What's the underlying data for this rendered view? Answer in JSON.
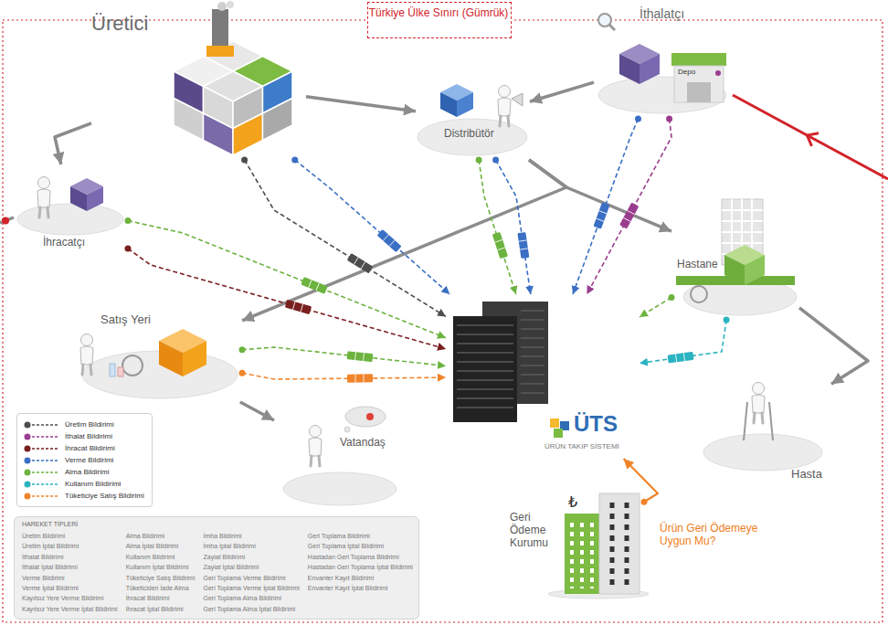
{
  "diagram": {
    "nodes": [
      {
        "text": [
          "Türkiye Ülke Sınırı (Gümrük)"
        ]
      },
      {
        "text": [
          "Üretici"
        ]
      },
      {
        "text": [
          "İthalatçı",
          "Depo"
        ]
      },
      {
        "text": [
          "Distribütör"
        ]
      },
      {
        "text": [
          "İhracatçı"
        ]
      },
      {
        "text": [
          "Hastane"
        ]
      },
      {
        "text": [
          "Satış Yeri"
        ]
      },
      {
        "text": [
          "ÜTS",
          "ÜRÜN TAKİP SİSTEMİ"
        ]
      },
      {
        "text": [
          "Hasta"
        ]
      },
      {
        "text": [
          "Vatandaş"
        ]
      },
      {
        "text": [
          "Geri Ödeme Kurumu",
          "₺"
        ]
      },
      {
        "text": [
          "HAREKET TİPLERİ",
          "Üretim Bildirimi",
          "Üretim İptal Bildirimi",
          "İthalat Bildirimi",
          "İthalat İptal Bildirimi",
          "Verme Bildirimi",
          "Verme İptal Bildirimi",
          "Kayıtsız Yere Verme Bildirimi",
          "Kayıtsız Yere Verme İptal Bildirimi",
          "Alma Bildirimi",
          "Alma İptal Bildirimi",
          "Kullanım Bildirimi",
          "Kullanım İptal Bildirimi",
          "Tüketiciye Satış Bildirimi",
          "Tüketiciden İade Alma",
          "İhracat Bildirimi",
          "İhracat İptal Bildirimi",
          "İmha Bildirimi",
          "İmha İptal Bildirimi",
          "Zayiat Bildirimi",
          "Zayiat İptal Bildirimi",
          "Geri Toplama Verme Bildirimi",
          "Geri Toplama Verme İptal Bildirimi",
          "Geri Toplama Alma Bildirimi",
          "Geri Toplama Alma İptal Bildirimi",
          "Geri Toplama Bildirimi",
          "Geri Toplama İptal Bildirimi",
          "Hastadan Geri Toplama Bildirimi",
          "Hastadan Geri Toplama İptal Bildirimi",
          "Envanter Kayıt Bildirimi",
          "Envanter Kayıt İptal Bildirimi"
        ]
      }
    ],
    "edges": [
      {
        "from": 2,
        "to": 3,
        "arrow": "to"
      },
      {
        "from": 1,
        "to": 3,
        "arrow": "to"
      },
      {
        "from": 3,
        "to": 5,
        "arrow": "to"
      },
      {
        "from": 3,
        "to": 6,
        "arrow": "to"
      },
      {
        "from": 1,
        "to": 4,
        "arrow": "to"
      },
      {
        "from": 6,
        "to": 9,
        "arrow": "to"
      },
      {
        "from": 5,
        "to": 8,
        "arrow": "to"
      },
      {
        "from": 1,
        "to": 7,
        "arrow": "to"
      },
      {
        "from": 1,
        "to": 7,
        "arrow": "to"
      },
      {
        "from": 2,
        "to": 7,
        "arrow": "to"
      },
      {
        "from": 2,
        "to": 7,
        "arrow": "to"
      },
      {
        "from": 3,
        "to": 7,
        "arrow": "to"
      },
      {
        "from": 3,
        "to": 7,
        "arrow": "to"
      },
      {
        "from": 4,
        "to": 7,
        "arrow": "to"
      },
      {
        "from": 4,
        "to": 7,
        "arrow": "to"
      },
      {
        "from": 6,
        "to": 7,
        "arrow": "to"
      },
      {
        "from": 6,
        "to": 7,
        "arrow": "to"
      },
      {
        "from": 5,
        "to": 7,
        "arrow": "to"
      },
      {
        "from": 5,
        "to": 7,
        "arrow": "to"
      },
      {
        "from": 10,
        "to": 7,
        "arrow": "to",
        "label": "Ürün Geri Ödemeye Uygun Mu?"
      }
    ],
    "legend": [
      {
        "text": "Üretim Bildirimi",
        "color": "#4d4d4d"
      },
      {
        "text": "İthalat Bildirimi",
        "color": "#9b3d8f"
      },
      {
        "text": "İhracat Bildirimi",
        "color": "#7a1f1f"
      },
      {
        "text": "Verme Bildirimi",
        "color": "#3a6fc4"
      },
      {
        "text": "Alma Bildirimi",
        "color": "#6cb33f"
      },
      {
        "text": "Kullanım Bildirimi",
        "color": "#2ab3c0"
      },
      {
        "text": "Tüketiciye Satış Bildirimi",
        "color": "#f0842a"
      }
    ]
  }
}
